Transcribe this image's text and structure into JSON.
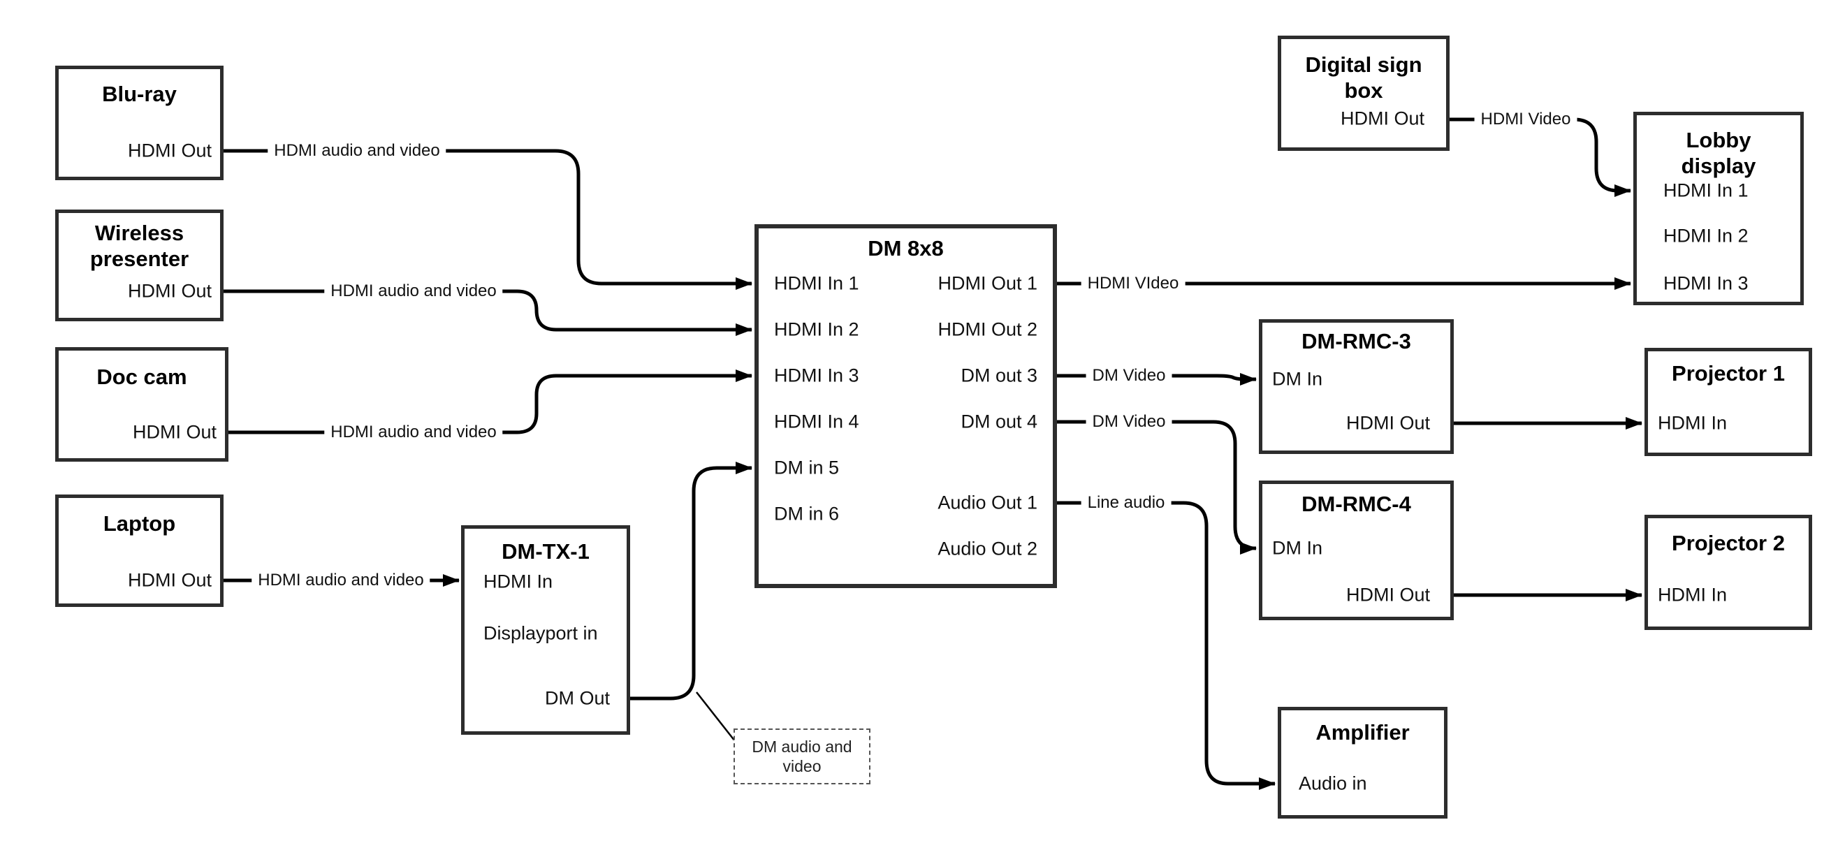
{
  "boxes": {
    "bluray": {
      "title": "Blu-ray",
      "port_hdmi_out": "HDMI Out"
    },
    "wireless": {
      "title_line1": "Wireless",
      "title_line2": "presenter",
      "port_hdmi_out": "HDMI Out"
    },
    "doccam": {
      "title": "Doc cam",
      "port_hdmi_out": "HDMI Out"
    },
    "laptop": {
      "title": "Laptop",
      "port_hdmi_out": "HDMI Out"
    },
    "dmtx1": {
      "title": "DM-TX-1",
      "port_hdmi_in": "HDMI In",
      "port_displayport_in": "Displayport in",
      "port_dm_out": "DM Out"
    },
    "dm8x8": {
      "title": "DM 8x8",
      "left_ports": [
        "HDMI In 1",
        "HDMI In 2",
        "HDMI In 3",
        "HDMI In 4",
        "DM in 5",
        "DM in 6"
      ],
      "right_ports": [
        "HDMI Out 1",
        "HDMI Out 2",
        "DM out 3",
        "DM out 4",
        "Audio Out 1",
        "Audio Out 2"
      ]
    },
    "digital_sign": {
      "title_line1": "Digital sign",
      "title_line2": "box",
      "port_hdmi_out": "HDMI Out"
    },
    "lobby": {
      "title_line1": "Lobby",
      "title_line2": "display",
      "ports": [
        "HDMI In 1",
        "HDMI In 2",
        "HDMI In 3"
      ]
    },
    "rmc3": {
      "title": "DM-RMC-3",
      "port_dm_in": "DM In",
      "port_hdmi_out": "HDMI Out"
    },
    "proj1": {
      "title": "Projector 1",
      "port_hdmi_in": "HDMI In"
    },
    "rmc4": {
      "title": "DM-RMC-4",
      "port_dm_in": "DM In",
      "port_hdmi_out": "HDMI Out"
    },
    "proj2": {
      "title": "Projector 2",
      "port_hdmi_in": "HDMI In"
    },
    "amplifier": {
      "title": "Amplifier",
      "port_audio_in": "Audio in"
    }
  },
  "labels": {
    "bluray_cable": "HDMI audio and video",
    "wireless_cable": "HDMI audio and video",
    "doccam_cable": "HDMI audio and video",
    "laptop_cable": "HDMI audio and video",
    "hdmi_out1_cable": "HDMI VIdeo",
    "dm_out3_cable": "DM Video",
    "dm_out4_cable": "DM Video",
    "audio_out1_cable": "Line audio",
    "digital_sign_cable": "HDMI Video",
    "note_line1": "DM audio and",
    "note_line2": "video"
  },
  "colors": {
    "cable": "#000000",
    "box_border": "#2d2d2d",
    "background": "#ffffff"
  }
}
